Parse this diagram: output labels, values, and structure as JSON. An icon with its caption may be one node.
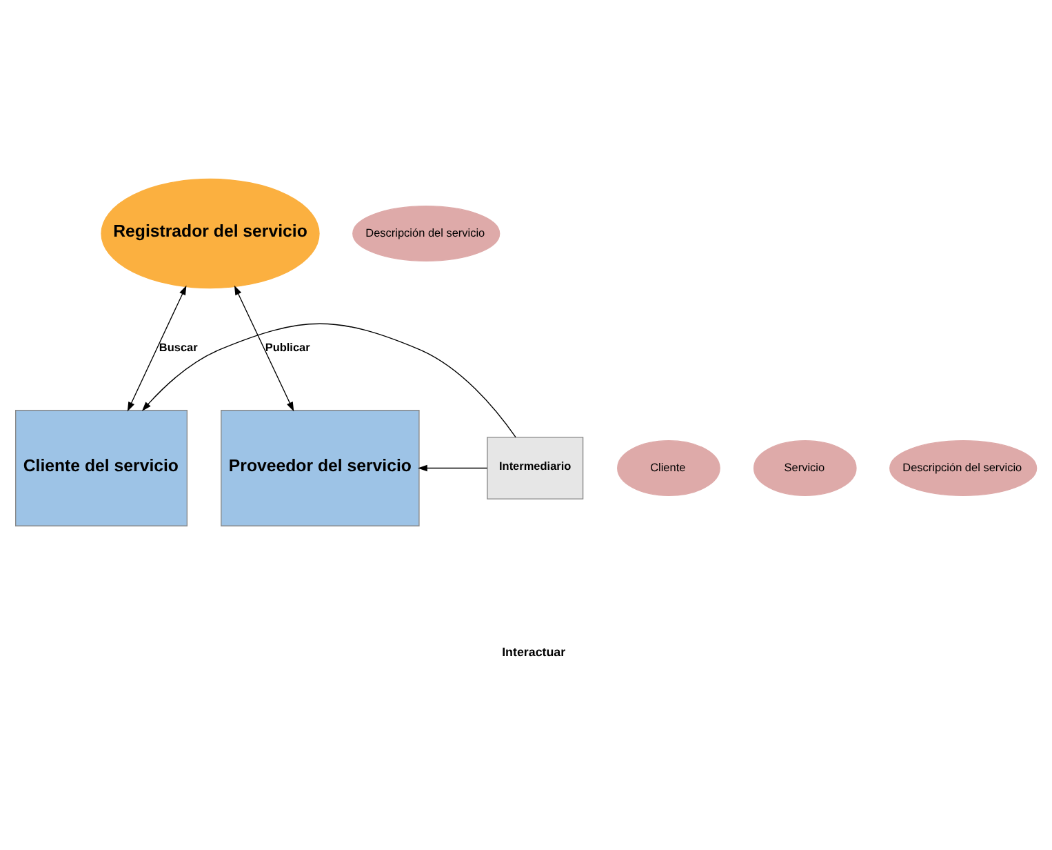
{
  "diagram": {
    "nodes": [
      {
        "text": [
          "Registrador del servicio"
        ]
      },
      {
        "text": [
          "Descripción del servicio"
        ]
      },
      {
        "text": [
          "Cliente del servicio"
        ]
      },
      {
        "text": [
          "Cliente"
        ]
      },
      {
        "text": [
          "Intermediario"
        ]
      },
      {
        "text": [
          "Proveedor del servicio"
        ]
      },
      {
        "text": [
          "Servicio"
        ]
      },
      {
        "text": [
          "Descripción del servicio"
        ]
      }
    ],
    "edges": [
      {
        "from": 0,
        "to": 2,
        "arrow": "both",
        "label": "Buscar"
      },
      {
        "from": 0,
        "to": 5,
        "arrow": "both",
        "label": "Publicar"
      },
      {
        "from": 4,
        "to": 2,
        "arrow": "to"
      },
      {
        "from": 4,
        "to": 5,
        "arrow": "to"
      }
    ],
    "labels": [
      "Interactuar"
    ]
  }
}
